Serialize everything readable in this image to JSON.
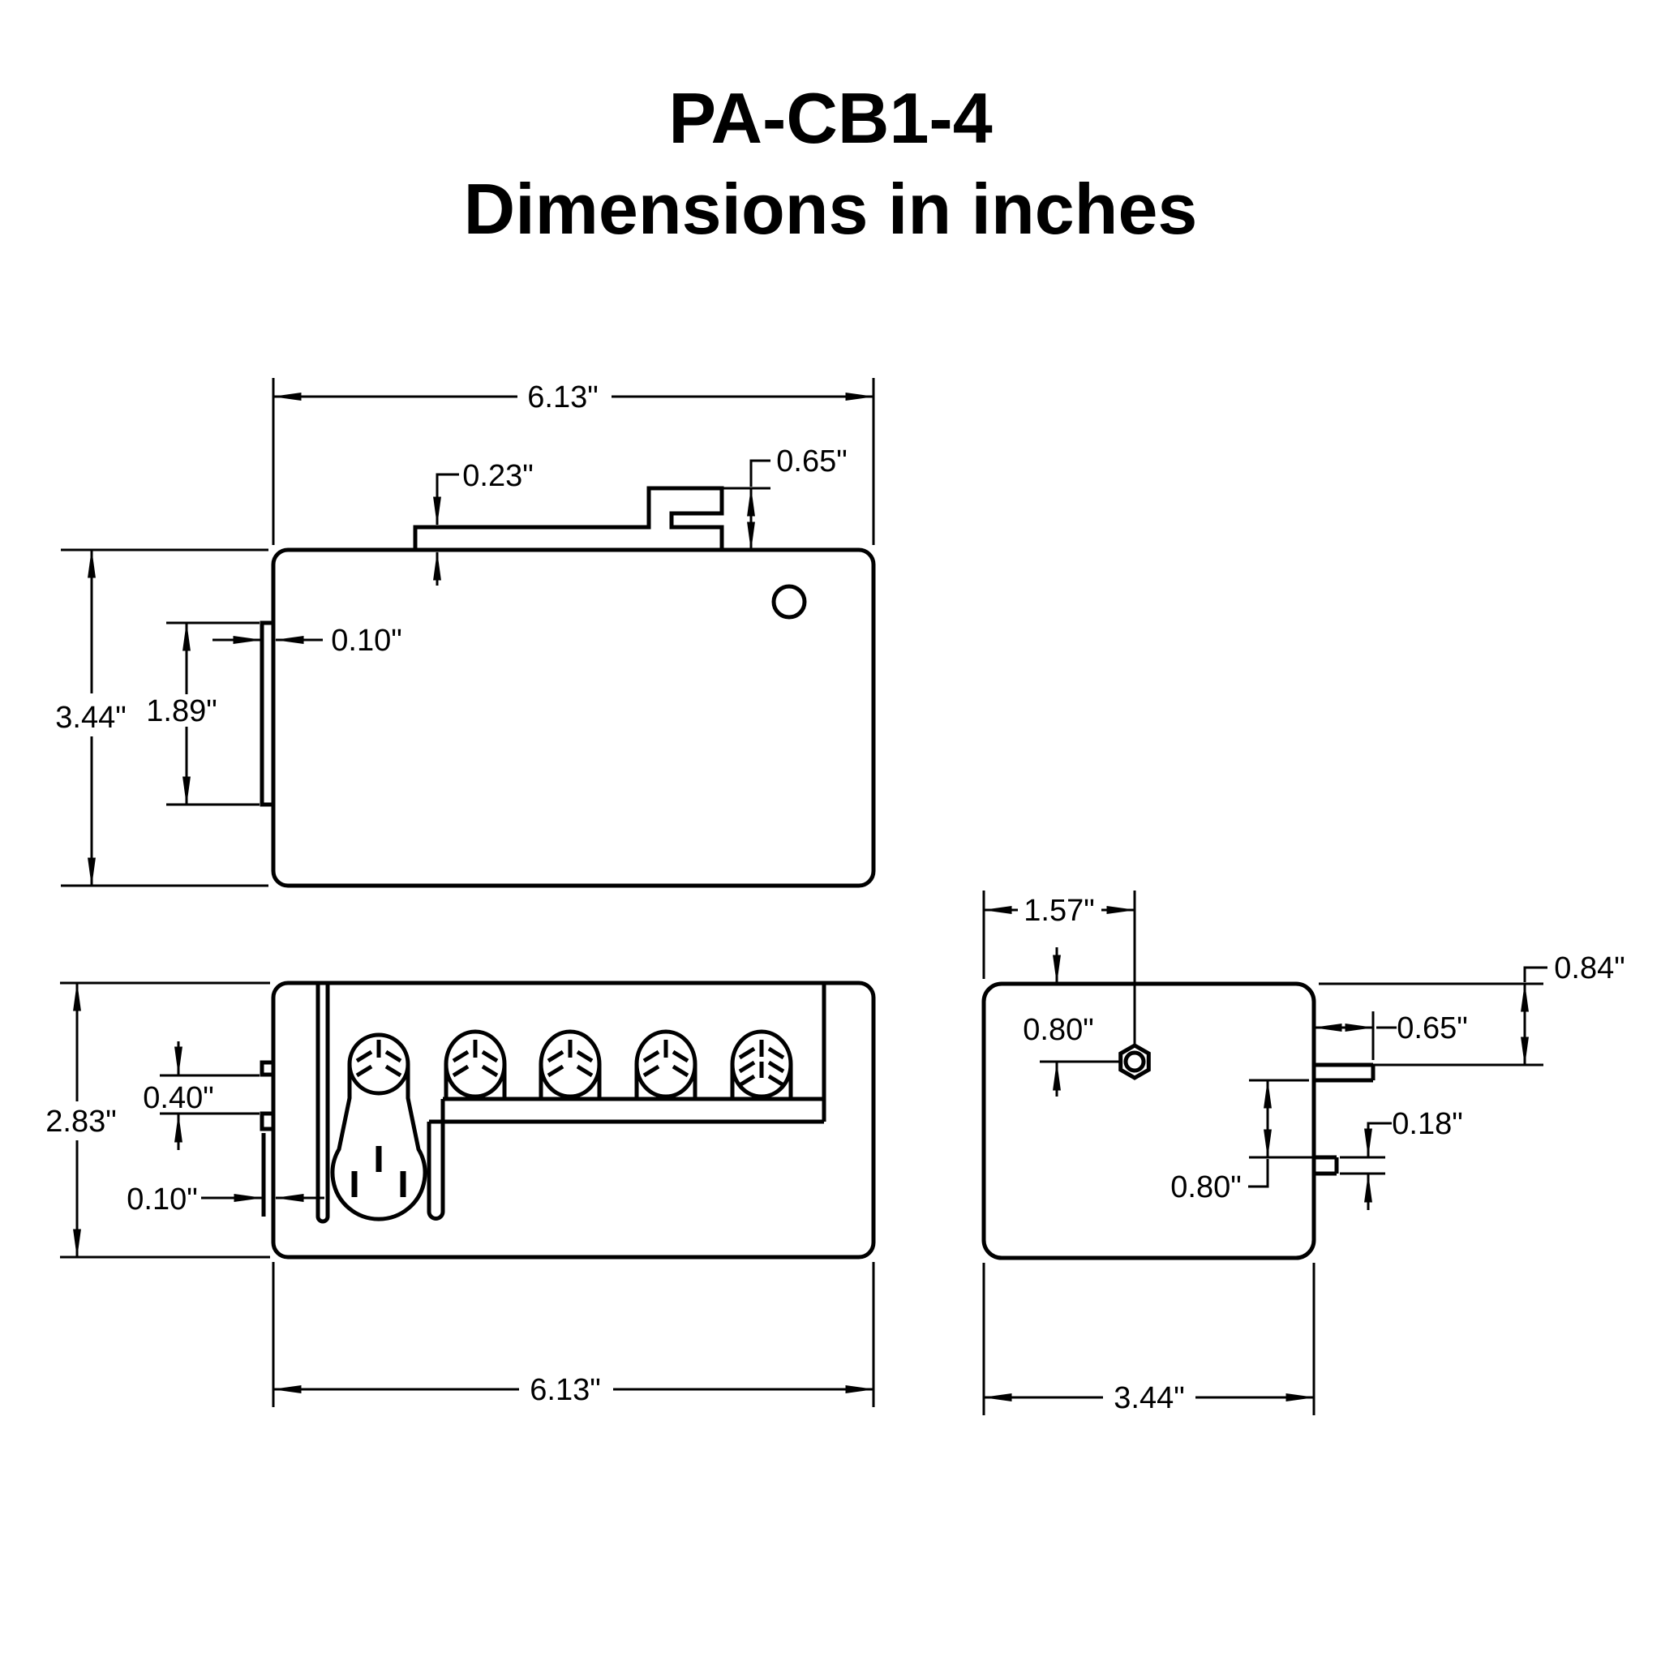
{
  "title": "PA-CB1-4",
  "subtitle": "Dimensions in inches",
  "colors": {
    "ink": "#000000",
    "background": "#ffffff"
  },
  "views": {
    "side": {
      "width": "6.13\"",
      "clip_bar_thickness": "0.23\"",
      "clip_height": "0.65\"",
      "plate_offset": "0.10\"",
      "height": "3.44\"",
      "plate_height": "1.89\""
    },
    "front": {
      "height": "2.83\"",
      "tab_spacing": "0.40\"",
      "plate_offset": "0.10\"",
      "width": "6.13\""
    },
    "end": {
      "hole_from_left": "1.57\"",
      "hole_from_top": "0.80\"",
      "clip_bottom_from_top": "0.84\"",
      "clip_length": "0.65\"",
      "tab_thickness": "0.18\"",
      "tab_spacing": "0.80\"",
      "depth": "3.44\""
    }
  }
}
